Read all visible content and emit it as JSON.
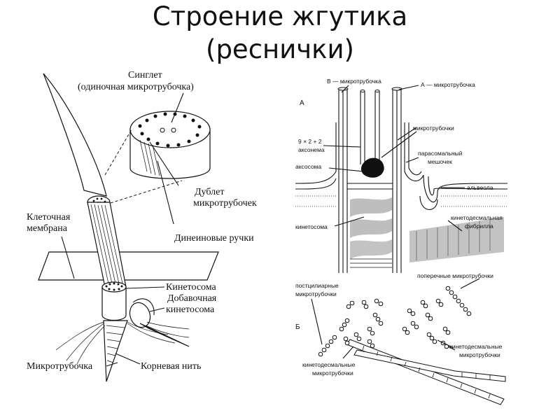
{
  "title": {
    "line1": "Строение жгутика",
    "line2": "(реснички)"
  },
  "left_diagram": {
    "singlet_title": "Синглет",
    "singlet_sub": "(одиночная микротрубочка)",
    "doublet_1": "Дублет",
    "doublet_2": "микротрубочек",
    "dynein": "Динеиновые ручки",
    "membrane_1": "Клеточная",
    "membrane_2": "мембрана",
    "kinetosome": "Кинетосома",
    "extra_1": "Добавочная",
    "extra_2": "кинетосома",
    "microtubule": "Микротрубочка",
    "root": "Корневая нить"
  },
  "right_top": {
    "letter": "А",
    "b_tubule": "В — микротрубочка",
    "a_tubule": "А — микротрубочка",
    "axoneme_1": "9 × 2 + 2",
    "axoneme_2": "аксонема",
    "microtubules": "микротрубочки",
    "axosome": "аксосома",
    "parasomal_1": "парасомальный",
    "parasomal_2": "мешочек",
    "alveola": "альвеола",
    "kinetosome": "кинетосома",
    "kd_fibril_1": "кинетодесмальная",
    "kd_fibril_2": "фибрилла"
  },
  "right_bottom": {
    "letter": "Б",
    "postciliary_1": "постцилиарные",
    "postciliary_2": "микротрубочки",
    "transverse": "поперечные микротрубочки",
    "kd_right_1": "кинетодесмальные",
    "kd_right_2": "микротрубочки",
    "kd_bottom_1": "кинетодесмальные",
    "kd_bottom_2": "микротрубочки"
  }
}
